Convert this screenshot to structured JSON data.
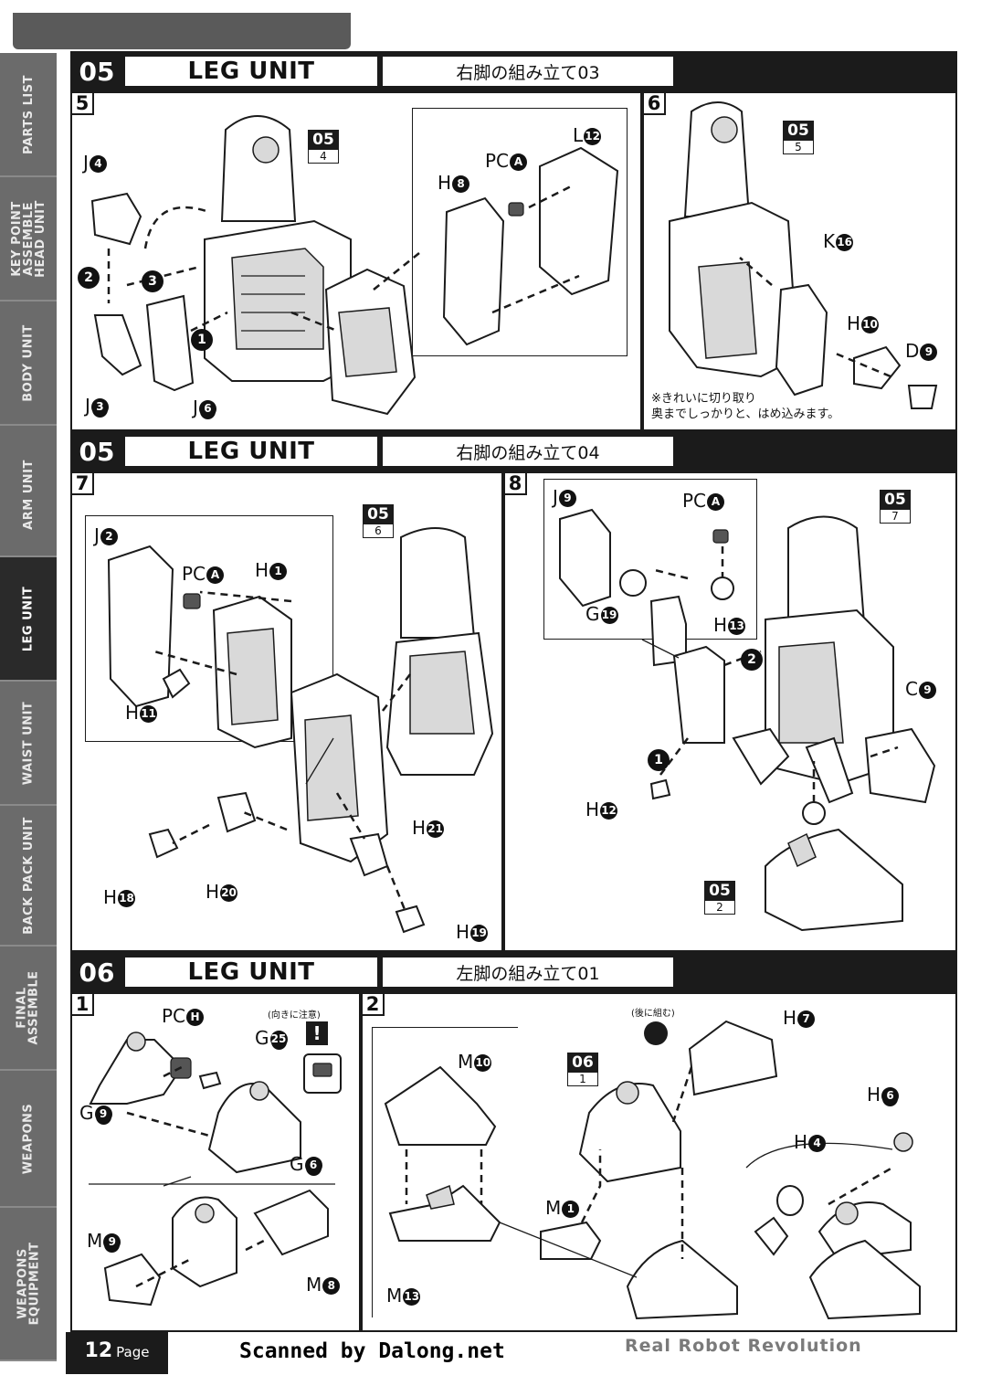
{
  "sidebar": {
    "tabs": [
      {
        "label": "PARTS LIST",
        "active": false
      },
      {
        "label": "KEY POINT\nASSEMBLE\nHEAD UNIT",
        "active": false
      },
      {
        "label": "BODY UNIT",
        "active": false
      },
      {
        "label": "ARM UNIT",
        "active": false
      },
      {
        "label": "LEG UNIT",
        "active": true
      },
      {
        "label": "WAIST UNIT",
        "active": false
      },
      {
        "label": "BACK PACK UNIT",
        "active": false
      },
      {
        "label": "FINAL\nASSEMBLE",
        "active": false
      },
      {
        "label": "WEAPONS",
        "active": false
      },
      {
        "label": "WEAPONS\nEQUIPMENT",
        "active": false
      }
    ]
  },
  "sections": [
    {
      "number": "05",
      "title": "LEG UNIT",
      "subtitle": "右脚の組み立て03"
    },
    {
      "number": "05",
      "title": "LEG UNIT",
      "subtitle": "右脚の組み立て04"
    },
    {
      "number": "06",
      "title": "LEG UNIT",
      "subtitle": "左脚の組み立て01"
    }
  ],
  "steps": {
    "s5": {
      "number": "5",
      "ref": {
        "top": "05",
        "bottom": "4"
      },
      "labels": [
        "J",
        "4",
        "J",
        "3",
        "J",
        "6",
        "PC",
        "A",
        "H",
        "8",
        "L",
        "12"
      ],
      "badges": [
        "2",
        "3",
        "1"
      ]
    },
    "s6": {
      "number": "6",
      "ref": {
        "top": "05",
        "bottom": "5"
      },
      "labels": [
        "K",
        "16",
        "H",
        "10",
        "D",
        "9"
      ],
      "note": "※きれいに切り取り\n奥までしっかりと、はめ込みます。"
    },
    "s7": {
      "number": "7",
      "ref": {
        "top": "05",
        "bottom": "6"
      },
      "labels": [
        "J",
        "2",
        "PC",
        "A",
        "H",
        "1",
        "H",
        "11",
        "H",
        "21",
        "H",
        "18",
        "H",
        "20",
        "H",
        "19"
      ]
    },
    "s8": {
      "number": "8",
      "ref_top": {
        "top": "05",
        "bottom": "7"
      },
      "ref_bottom": {
        "top": "05",
        "bottom": "2"
      },
      "labels": [
        "J",
        "9",
        "PC",
        "A",
        "G",
        "19",
        "H",
        "13",
        "C",
        "9",
        "H",
        "12"
      ],
      "badges": [
        "2",
        "1"
      ]
    },
    "s1": {
      "number": "1",
      "labels": [
        "PC",
        "H",
        "G",
        "25",
        "G",
        "9",
        "G",
        "6",
        "M",
        "9",
        "M",
        "8"
      ],
      "caution": "(向きに注意)"
    },
    "s2": {
      "number": "2",
      "ref": {
        "top": "06",
        "bottom": "1"
      },
      "labels": [
        "M",
        "10",
        "M",
        "13",
        "M",
        "1",
        "H",
        "7",
        "H",
        "6",
        "H",
        "4"
      ],
      "later_note": "(後に組む)"
    }
  },
  "footer": {
    "page_number": "12",
    "page_word": "Page",
    "scan_credit": "Scanned by Dalong.net",
    "brand": "Real Robot Revolution"
  }
}
